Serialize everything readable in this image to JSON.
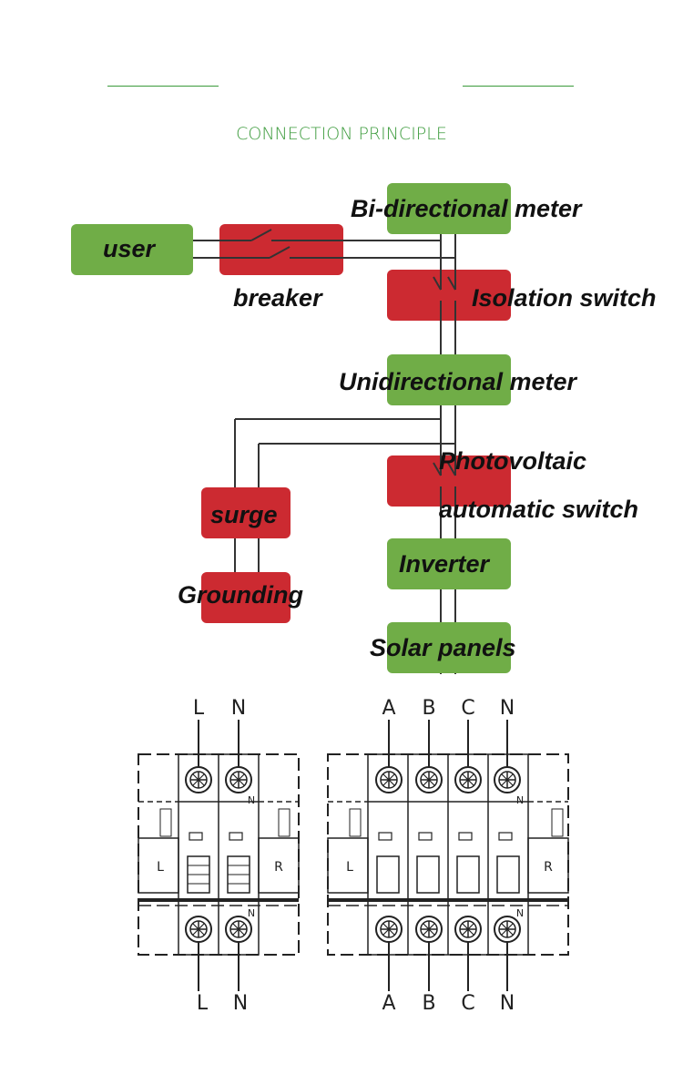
{
  "heading": "CONNECTION PRINCIPLE",
  "colors": {
    "green": "#70ad47",
    "red": "#cc2a31",
    "heading": "#3e9c3e",
    "line": "#333333"
  },
  "nodes": {
    "user": "user",
    "breaker": "breaker",
    "bidirectional_meter": "Bi-directional meter",
    "isolation_switch": "Isolation switch",
    "unidirectional_meter": "Unidirectional meter",
    "photovoltaic_line1": "Photovoltaic",
    "photovoltaic_line2": "automatic switch",
    "surge": "surge",
    "grounding": "Grounding",
    "inverter": "Inverter",
    "solar_panels": "Solar panels"
  },
  "breaker_1p": {
    "top_terminals": [
      "L",
      "N"
    ],
    "bottom_terminals": [
      "L",
      "N"
    ],
    "side_left": "L",
    "side_right": "R",
    "n_mark": "N"
  },
  "breaker_3p": {
    "top_terminals": [
      "A",
      "B",
      "C",
      "N"
    ],
    "bottom_terminals": [
      "A",
      "B",
      "C",
      "N"
    ],
    "side_left": "L",
    "side_right": "R",
    "n_mark": "N"
  }
}
